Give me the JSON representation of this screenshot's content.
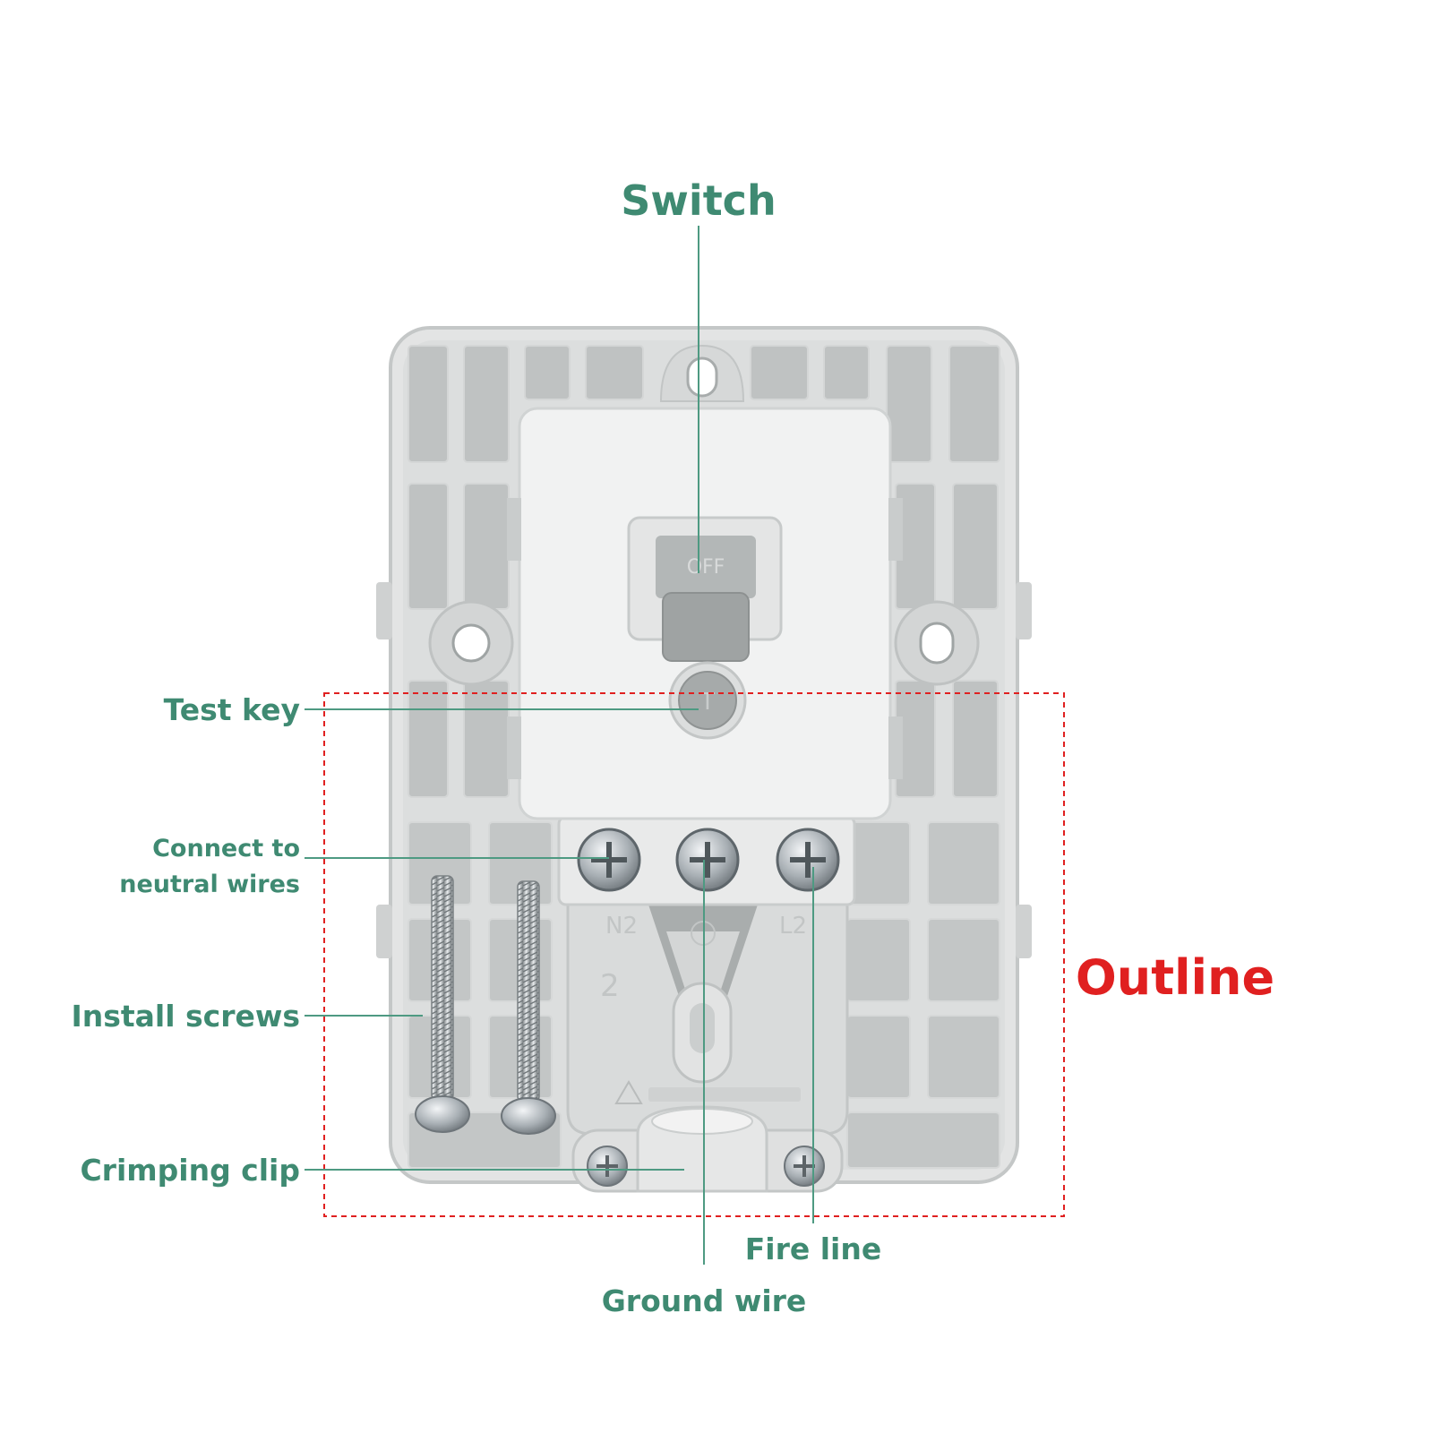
{
  "labels": {
    "switch": "Switch",
    "test_key": "Test key",
    "neutral_line1": "Connect to",
    "neutral_line2": "neutral wires",
    "install_screws": "Install screws",
    "crimping_clip": "Crimping clip",
    "fire_line": "Fire line",
    "ground_wire": "Ground wire",
    "outline": "Outline"
  },
  "device_markings": {
    "switch_state": "OFF",
    "test_button": "T",
    "terminal_left": "N2",
    "terminal_right": "L2",
    "terminal_number": "2"
  },
  "colors": {
    "label_green": "#3f8a72",
    "outline_red": "#e02020",
    "plastic_light": "#e6e7e7",
    "plastic_shade": "#b9bcbc",
    "cover_white": "#f1f2f2"
  }
}
